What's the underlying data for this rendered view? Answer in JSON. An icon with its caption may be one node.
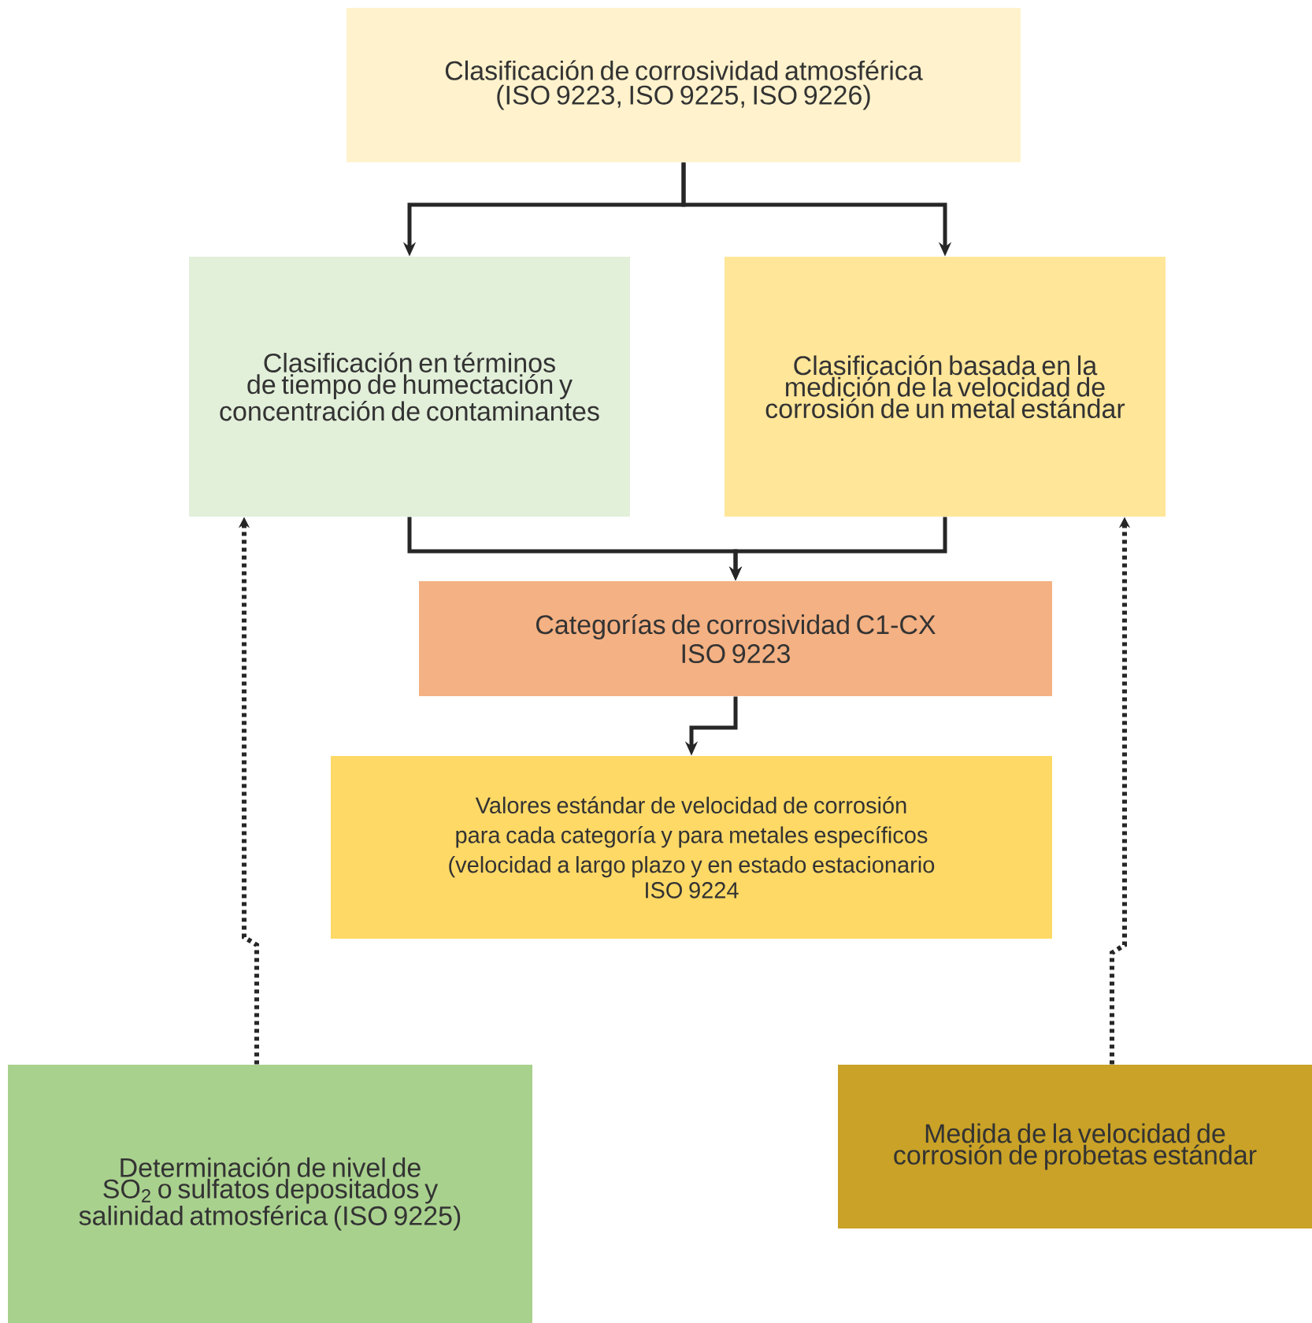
{
  "diagram": {
    "nodes": [
      {
        "text": [
          "Clasificación de corrosividad atmosférica",
          "(ISO 9223, ISO 9225, ISO 9226)"
        ]
      },
      {
        "text": [
          "Clasificación en términos de tiempo de humectación y concentración de contaminantes"
        ]
      },
      {
        "text": [
          "Clasificación basada en la medición de la velocidad de corrosión de un metal estándar"
        ]
      },
      {
        "text": [
          "Categorías de corrosividad C1-CX",
          "ISO 9223"
        ]
      },
      {
        "text": [
          "Valores estándar de velocidad de corrosión para cada categoría y para metales específicos (velocidad a largo plazo y en estado estacionario",
          "ISO 9224"
        ]
      },
      {
        "text": [
          "Determinación de nivel de SO$_{2}$ o sulfatos depositados y salinidad atmosférica (ISO 9225)"
        ]
      },
      {
        "text": [
          "Medida de la velocidad de corrosión de probetas estándar"
        ]
      }
    ],
    "edges": [
      {
        "from": 0,
        "to": 1,
        "arrow": "to"
      },
      {
        "from": 0,
        "to": 2,
        "arrow": "to"
      },
      {
        "from": 1,
        "to": 3,
        "arrow": "to"
      },
      {
        "from": 2,
        "to": 3,
        "arrow": "to"
      },
      {
        "from": 3,
        "to": 4,
        "arrow": "to"
      },
      {
        "from": 5,
        "to": 1,
        "arrow": "to",
        "style": "dashed"
      },
      {
        "from": 6,
        "to": 2,
        "arrow": "to",
        "style": "dashed"
      }
    ]
  }
}
